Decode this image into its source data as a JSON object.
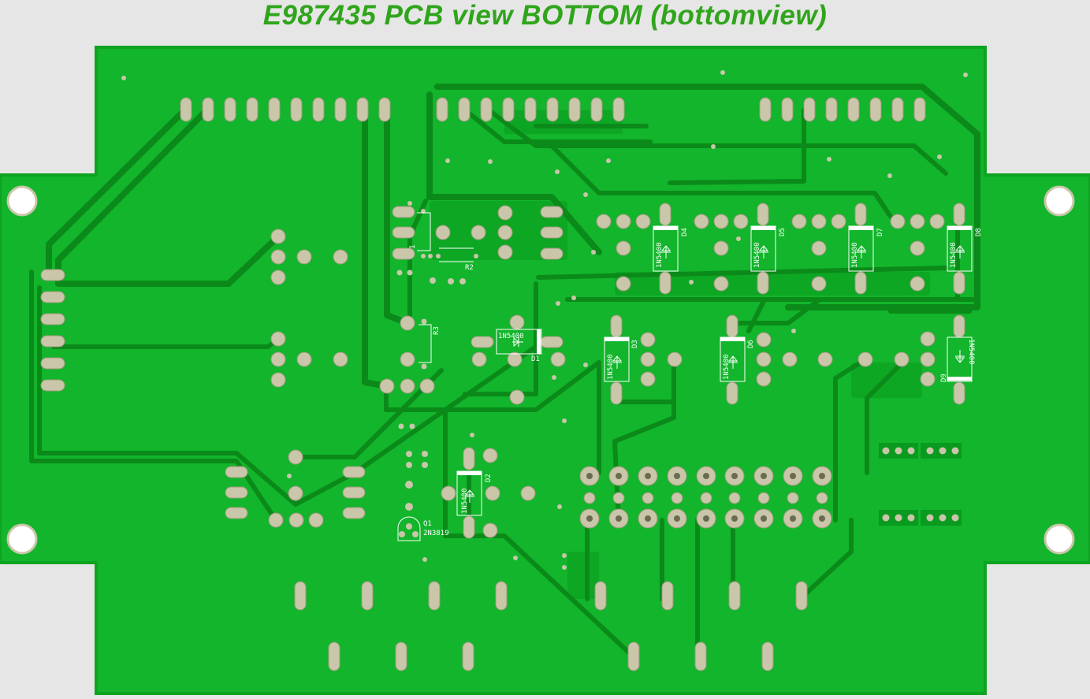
{
  "title": "E987435 PCB view BOTTOM (bottomview)",
  "colors": {
    "background": "#e6e6e6",
    "board": "#12b52b",
    "copper": "#0ea321",
    "trace": "#0b8a1a",
    "pad": "#c9c6a9",
    "silkscreen": "#ffffff",
    "title": "#2fa51b"
  },
  "components": {
    "d1": {
      "ref": "D1",
      "value": "1N5400"
    },
    "d2": {
      "ref": "D2",
      "value": "1N5400"
    },
    "d3": {
      "ref": "D3",
      "value": "1N5400"
    },
    "d4": {
      "ref": "D4",
      "value": "1N5400"
    },
    "d5": {
      "ref": "D5",
      "value": "1N5400"
    },
    "d6": {
      "ref": "D6",
      "value": "1N5400"
    },
    "d7": {
      "ref": "D7",
      "value": "1N5400"
    },
    "d8": {
      "ref": "D8",
      "value": "1N5400"
    },
    "d9": {
      "ref": "D9",
      "value": "1N5400"
    },
    "r2": {
      "ref": "R2"
    },
    "r3": {
      "ref": "R3"
    },
    "r1": {
      "ref": "1"
    },
    "q1": {
      "ref": "Q1",
      "value": "2N3819"
    }
  }
}
